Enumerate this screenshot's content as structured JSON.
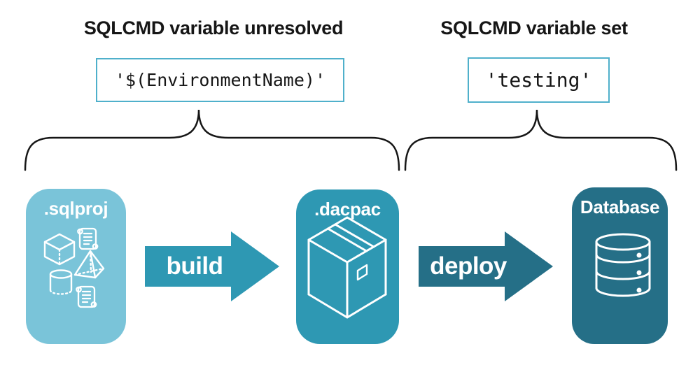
{
  "colors": {
    "light-blue": "#7AC4D9",
    "teal": "#2E98B3",
    "dark-teal": "#256F87",
    "code-border": "#4FB0CB",
    "ink": "#161616"
  },
  "annotations": {
    "unresolved": {
      "title": "SQLCMD variable unresolved",
      "code": "'$(EnvironmentName)'"
    },
    "set": {
      "title": "SQLCMD variable set",
      "code": "'testing'"
    }
  },
  "pipeline": {
    "stages": [
      {
        "label": ".sqlproj",
        "icons": [
          "cube-icon",
          "scroll-icon",
          "pyramid-icon",
          "cylinder-icon",
          "scroll-icon"
        ]
      },
      {
        "label": ".dacpac",
        "icons": [
          "package-box-icon"
        ]
      },
      {
        "label": "Database",
        "icons": [
          "database-cylinder-icon"
        ]
      }
    ],
    "arrows": [
      {
        "label": "build"
      },
      {
        "label": "deploy"
      }
    ]
  }
}
